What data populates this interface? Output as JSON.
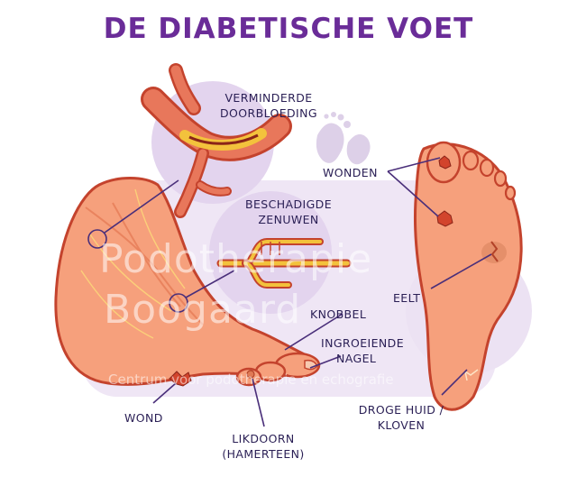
{
  "title": "DE DIABETISCHE VOET",
  "labels": {
    "verminderde_doorbloeding": [
      "VERMINDERDE",
      "DOORBLOEDING"
    ],
    "beschadigde_zenuwen": [
      "BESCHADIGDE",
      "ZENUWEN"
    ],
    "wonden": "WONDEN",
    "eelt": "EELT",
    "knobbel": "KNOBBEL",
    "ingroeiende_nagel": [
      "INGROEIENDE",
      "NAGEL"
    ],
    "wond": "WOND",
    "likdoorn": [
      "LIKDOORN",
      "(HAMERTEEN)"
    ],
    "droge_huid": [
      "DROGE HUID /",
      "KLOVEN"
    ]
  },
  "watermark": {
    "line1": "Podotherapie",
    "line2": "Boogaard",
    "line3": "Centrum voor podotherapie en echografie"
  },
  "colors": {
    "title": "#6a2c98",
    "label": "#2a1f55",
    "skin": "#f6a07c",
    "skin_dark": "#d9663f",
    "outline": "#c4432d",
    "purple_bg": "#e3d4ee",
    "callout": "#4a2f7a"
  }
}
